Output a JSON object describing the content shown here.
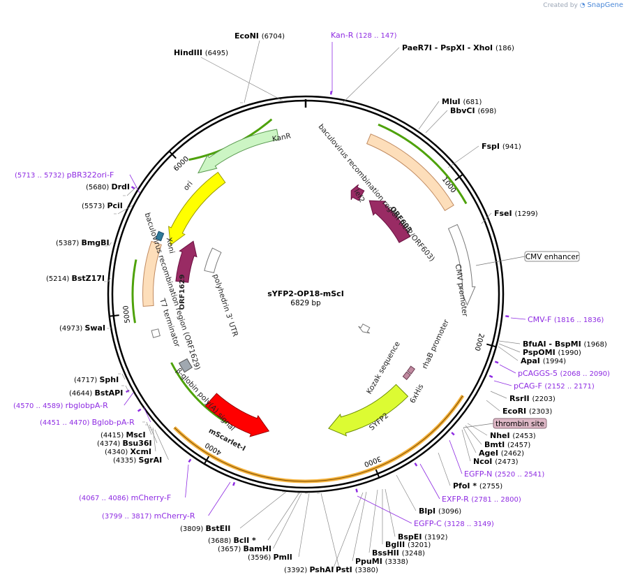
{
  "branding": {
    "prefix": "Created by",
    "name": "SnapGene"
  },
  "plasmid": {
    "name": "sYFP2-OP18-mScI",
    "length_label": "6829 bp",
    "length": 6829
  },
  "ticks": [
    "1000",
    "2000",
    "3000",
    "4000",
    "5000",
    "6000"
  ],
  "enzymes": [
    {
      "name": "EcoNI",
      "pos": "(6704)"
    },
    {
      "name": "HindIII",
      "pos": "(6495)"
    },
    {
      "name": "PaeR7I - PspXI - XhoI",
      "pos": "(186)"
    },
    {
      "name": "MluI",
      "pos": "(681)"
    },
    {
      "name": "BbvCI",
      "pos": "(698)"
    },
    {
      "name": "FspI",
      "pos": "(941)"
    },
    {
      "name": "FseI",
      "pos": "(1299)"
    },
    {
      "name": "BfuAI - BspMI",
      "pos": "(1968)"
    },
    {
      "name": "PspOMI",
      "pos": "(1990)"
    },
    {
      "name": "ApaI",
      "pos": "(1994)"
    },
    {
      "name": "RsrII",
      "pos": "(2203)"
    },
    {
      "name": "EcoRI",
      "pos": "(2303)"
    },
    {
      "name": "NheI",
      "pos": "(2453)"
    },
    {
      "name": "BmtI",
      "pos": "(2457)"
    },
    {
      "name": "AgeI",
      "pos": "(2462)"
    },
    {
      "name": "NcoI",
      "pos": "(2473)"
    },
    {
      "name": "PfoI *",
      "pos": "(2755)"
    },
    {
      "name": "BlpI",
      "pos": "(3096)"
    },
    {
      "name": "BspEI",
      "pos": "(3192)"
    },
    {
      "name": "BglII",
      "pos": "(3201)"
    },
    {
      "name": "BssHII",
      "pos": "(3248)"
    },
    {
      "name": "PpuMI",
      "pos": "(3338)"
    },
    {
      "name": "PstI",
      "pos": "(3380)"
    },
    {
      "name": "PshAI",
      "pos": "(3392)"
    },
    {
      "name": "PmlI",
      "pos": "(3596)"
    },
    {
      "name": "BamHI",
      "pos": "(3657)"
    },
    {
      "name": "BclI *",
      "pos": "(3688)"
    },
    {
      "name": "BstEII",
      "pos": "(3809)"
    },
    {
      "name": "SgrAI",
      "pos": "(4335)"
    },
    {
      "name": "XcmI",
      "pos": "(4340)"
    },
    {
      "name": "Bsu36I",
      "pos": "(4374)"
    },
    {
      "name": "MscI",
      "pos": "(4415)"
    },
    {
      "name": "BstAPI",
      "pos": "(4644)"
    },
    {
      "name": "SphI",
      "pos": "(4717)"
    },
    {
      "name": "SwaI",
      "pos": "(4973)"
    },
    {
      "name": "BstZ17I",
      "pos": "(5214)"
    },
    {
      "name": "BmgBI",
      "pos": "(5387)"
    },
    {
      "name": "PciI",
      "pos": "(5573)"
    },
    {
      "name": "DrdI",
      "pos": "(5680)"
    }
  ],
  "primers": [
    {
      "name": "Kan-R",
      "range": "(128 .. 147)"
    },
    {
      "name": "CMV-F",
      "range": "(1816 .. 1836)"
    },
    {
      "name": "pCAGGS-5",
      "range": "(2068 .. 2090)"
    },
    {
      "name": "pCAG-F",
      "range": "(2152 .. 2171)"
    },
    {
      "name": "EGFP-N",
      "range": "(2520 .. 2541)"
    },
    {
      "name": "EXFP-R",
      "range": "(2781 .. 2800)"
    },
    {
      "name": "EGFP-C",
      "range": "(3128 .. 3149)"
    },
    {
      "name": "mCherry-R",
      "range": "(3799 .. 3817)"
    },
    {
      "name": "mCherry-F",
      "range": "(4067 .. 4086)"
    },
    {
      "name": "Bglob-pA-R",
      "range": "(4451 .. 4470)"
    },
    {
      "name": "rbglobpA-R",
      "range": "(4570 .. 4589)"
    },
    {
      "name": "pBR322ori-F",
      "range": "(5713 .. 5732)"
    }
  ],
  "features": {
    "kanr": "KanR",
    "ori": "ori",
    "lef2": "lef2",
    "orf603": "ORF603",
    "orf1629": "ORF1629",
    "bac_rr1": "baculovirus recombination region (lef2/ORF603)",
    "bac_rr2": "baculovirus recombination region (ORF1629)",
    "cmv_enh": "CMV enhancer",
    "cmv_prom": "CMV promoter",
    "rhab": "rhaB promoter",
    "kozak": "Kozak sequence",
    "his": "6xHis",
    "thrombin": "thrombin site",
    "syfp2": "SYFP2",
    "mscarlet": "mScarlet-I",
    "bglobin": "β-globin poly(A) signal",
    "polyh": "polyhedrin 3' UTR",
    "t7term": "T7 terminator",
    "xoni": "Xoni"
  },
  "colors": {
    "kanr": "#ccf5c4",
    "ori": "#ffff00",
    "orf": "#992b64",
    "bac": "#fddeba",
    "syfp2": "#dcfb33",
    "mscarlet": "#ff0000",
    "primer": "#8e2be2",
    "orange": "#f5b23b",
    "green": "#4ea20a"
  }
}
